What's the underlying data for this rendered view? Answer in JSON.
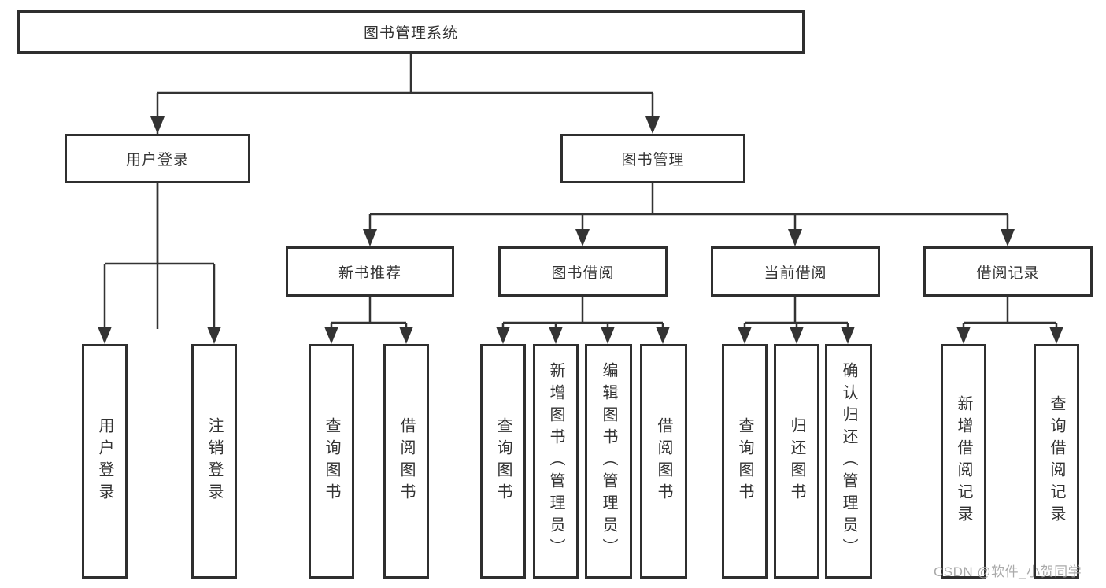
{
  "tree": {
    "label": "图书管理系统",
    "children": [
      {
        "label": "用户登录",
        "children": [
          {
            "label": "用户登录"
          },
          {
            "label": "注销登录"
          }
        ]
      },
      {
        "label": "图书管理",
        "children": [
          {
            "label": "新书推荐",
            "children": [
              {
                "label": "查询图书"
              },
              {
                "label": "借阅图书"
              }
            ]
          },
          {
            "label": "图书借阅",
            "children": [
              {
                "label": "查询图书"
              },
              {
                "label": "新增图书（管理员）"
              },
              {
                "label": "编辑图书（管理员）"
              },
              {
                "label": "借阅图书"
              }
            ]
          },
          {
            "label": "当前借阅",
            "children": [
              {
                "label": "查询图书"
              },
              {
                "label": "归还图书"
              },
              {
                "label": "确认归还（管理员）"
              }
            ]
          },
          {
            "label": "借阅记录",
            "children": [
              {
                "label": "新增借阅记录"
              },
              {
                "label": "查询借阅记录"
              }
            ]
          }
        ]
      }
    ]
  },
  "watermark": {
    "text": "CSDN @软件_小贺同学"
  },
  "colors": {
    "line": "#333333",
    "box_border": "#2f2f2f",
    "text": "#333333",
    "watermark": "#9e9e9e",
    "background": "#ffffff"
  }
}
